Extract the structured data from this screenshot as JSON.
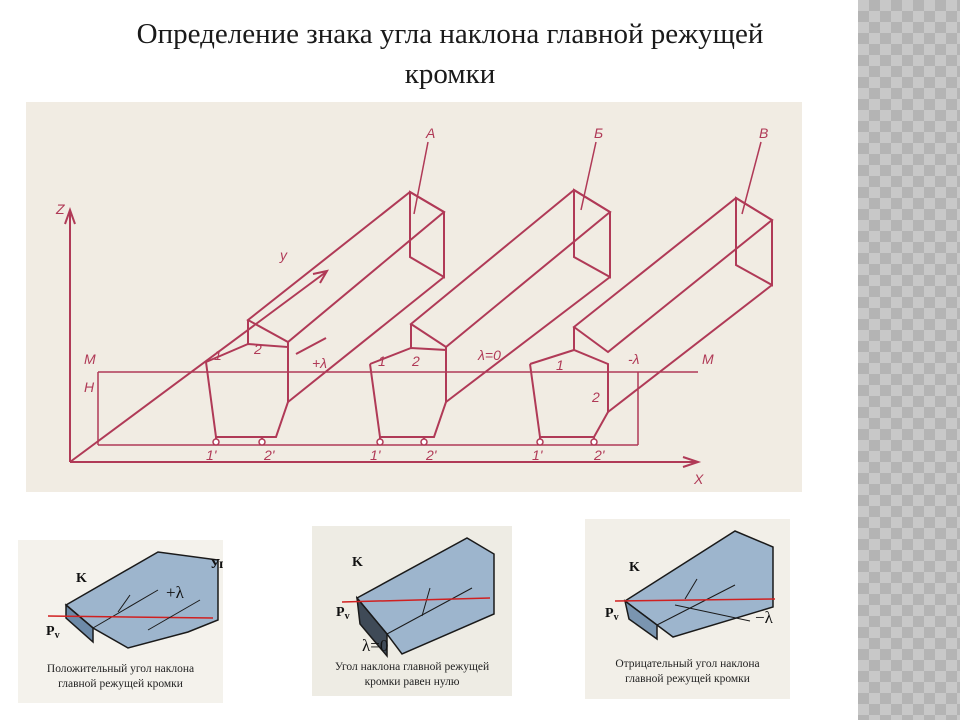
{
  "title": {
    "line1": "Определение знака угла наклона главной режущей",
    "line2": "кромки"
  },
  "diagram": {
    "axes": {
      "z": "Z",
      "y": "y",
      "x": "X"
    },
    "plane_labels": {
      "m_left": "M",
      "m_right": "M",
      "h": "H"
    },
    "tools": [
      {
        "id": "A",
        "label": "А",
        "point1": "1",
        "point2": "2",
        "proj1": "1'",
        "proj2": "2'",
        "angle": "+λ"
      },
      {
        "id": "B",
        "label": "Б",
        "point1": "1",
        "point2": "2",
        "proj1": "1'",
        "proj2": "2'",
        "angle": "λ=0"
      },
      {
        "id": "V",
        "label": "В",
        "point1": "1",
        "point2": "2",
        "proj1": "1'",
        "proj2": "2'",
        "angle": "-λ"
      }
    ]
  },
  "photos": [
    {
      "k": "K",
      "p": "P",
      "p_sub": "v",
      "angle": "+λ",
      "extra": "Уг",
      "caption1": "Положительный угол наклона",
      "caption2": "главной режущей кромки"
    },
    {
      "k": "K",
      "p": "P",
      "p_sub": "v",
      "angle": "λ=0",
      "caption1": "Угол наклона главной режущей",
      "caption2": "кромки равен нулю"
    },
    {
      "k": "K",
      "p": "P",
      "p_sub": "v",
      "angle": "−λ",
      "caption1": "Отрицательный угол наклона",
      "caption2": "главной режущей кромки"
    }
  ],
  "colors": {
    "line": "#b03a57",
    "tool_blue": "#8fa9c4",
    "red_line": "#d02020"
  }
}
